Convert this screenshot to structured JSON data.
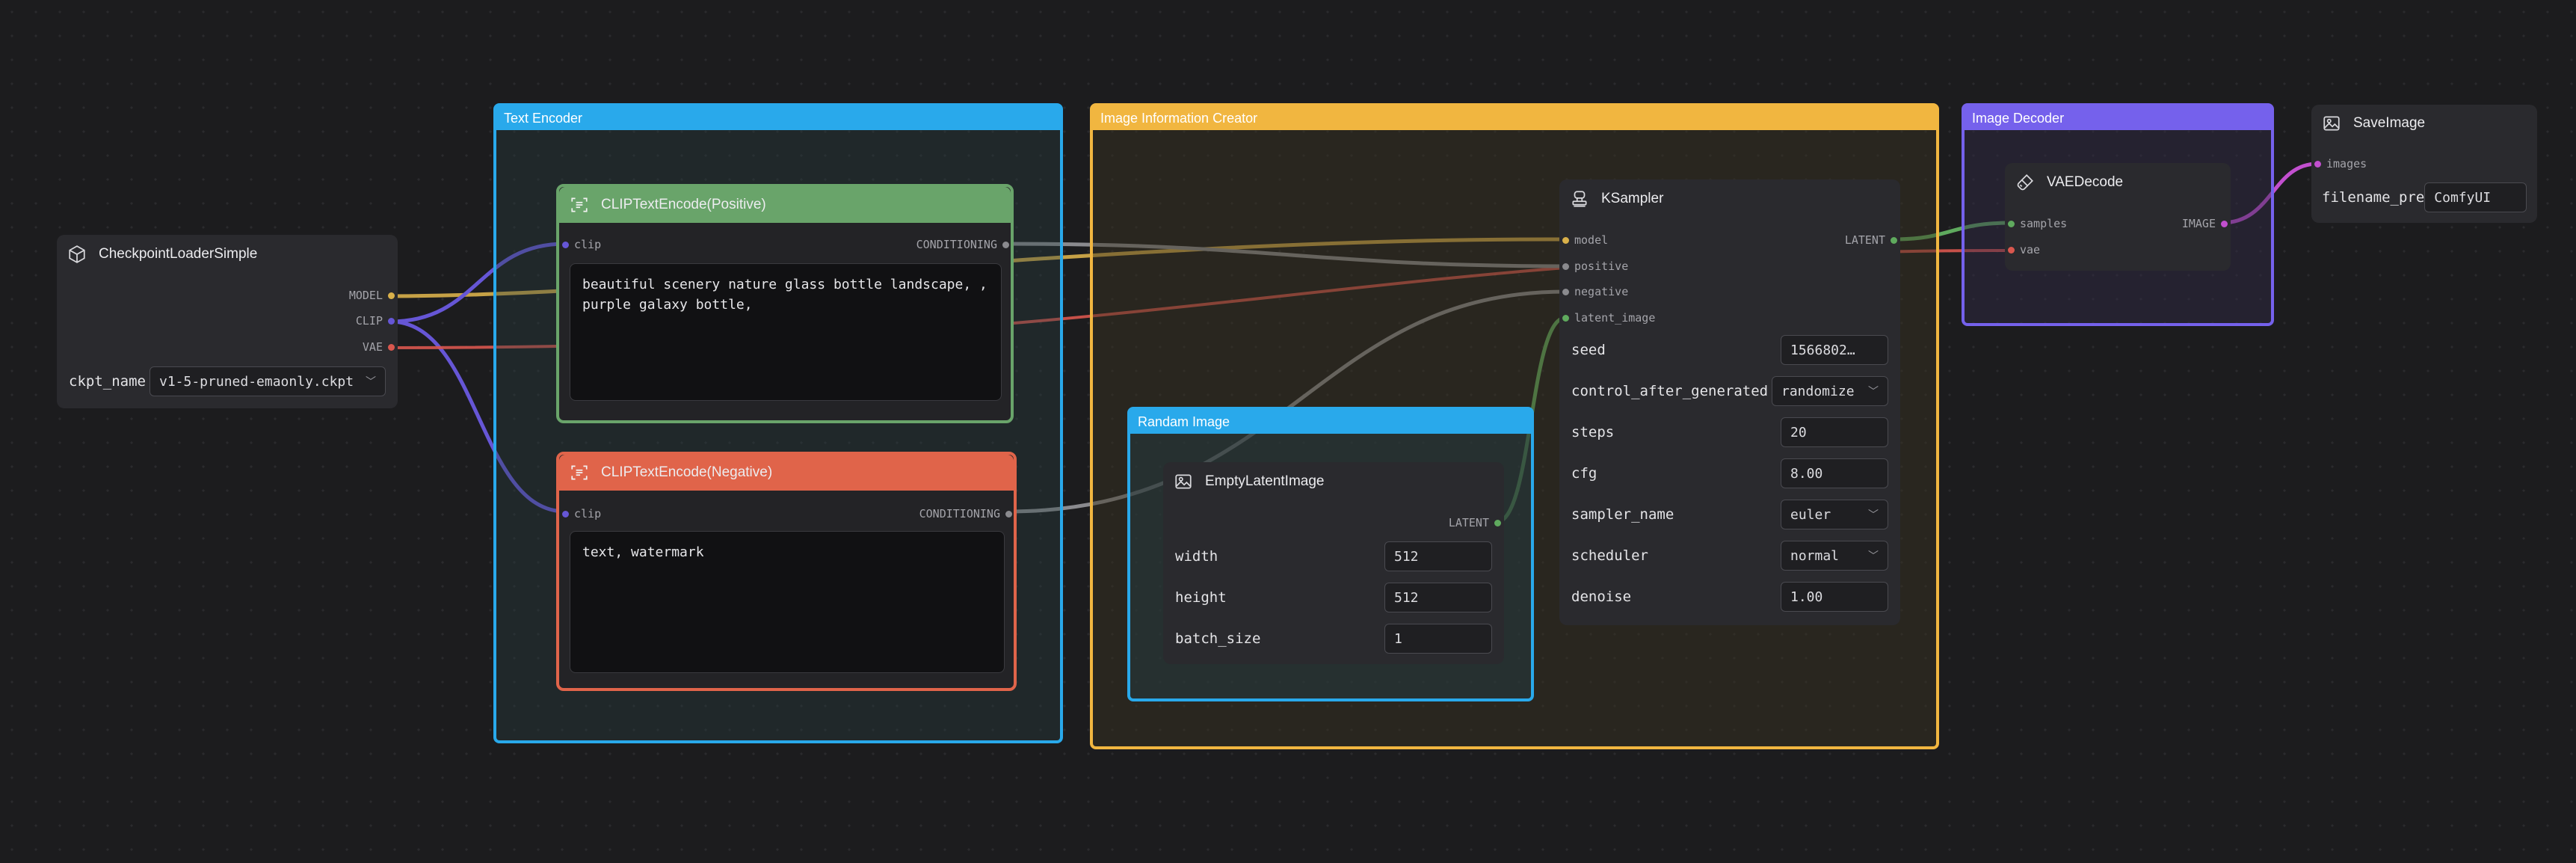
{
  "colors": {
    "model": "#d9b04a",
    "clip": "#6656d6",
    "vae": "#d9574e",
    "conditioning": "#8a8a8e",
    "latent": "#5faa5e",
    "image": "#c24fcf"
  },
  "groups": {
    "text_encoder": "Text Encoder",
    "image_info": "Image Information Creator",
    "image_decoder": "Image Decoder",
    "random_image": "Randam Image"
  },
  "checkpoint": {
    "title": "CheckpointLoaderSimple",
    "icon": "cube-icon",
    "outputs": {
      "model": "MODEL",
      "clip": "CLIP",
      "vae": "VAE"
    },
    "ckpt_label": "ckpt_name",
    "ckpt_value": "v1-5-pruned-emaonly.ckpt"
  },
  "clip_pos": {
    "title": "CLIPTextEncode(Positive)",
    "icon": "text-scan-icon",
    "input": "clip",
    "output": "CONDITIONING",
    "text": "beautiful scenery nature glass bottle landscape, ,\npurple galaxy bottle,"
  },
  "clip_neg": {
    "title": "CLIPTextEncode(Negative)",
    "icon": "text-scan-icon",
    "input": "clip",
    "output": "CONDITIONING",
    "text": "text, watermark"
  },
  "ksampler": {
    "title": "KSampler",
    "icon": "stamp-icon",
    "inputs": {
      "model": "model",
      "positive": "positive",
      "negative": "negative",
      "latent_image": "latent_image"
    },
    "output": "LATENT",
    "widgets": {
      "seed": {
        "label": "seed",
        "value": "1566802…"
      },
      "control": {
        "label": "control_after_generated",
        "value": "randomize"
      },
      "steps": {
        "label": "steps",
        "value": "20"
      },
      "cfg": {
        "label": "cfg",
        "value": "8.00"
      },
      "sampler": {
        "label": "sampler_name",
        "value": "euler"
      },
      "scheduler": {
        "label": "scheduler",
        "value": "normal"
      },
      "denoise": {
        "label": "denoise",
        "value": "1.00"
      }
    }
  },
  "latent": {
    "title": "EmptyLatentImage",
    "icon": "image-icon",
    "output": "LATENT",
    "widgets": {
      "width": {
        "label": "width",
        "value": "512"
      },
      "height": {
        "label": "height",
        "value": "512"
      },
      "batch": {
        "label": "batch_size",
        "value": "1"
      }
    }
  },
  "vae_decode": {
    "title": "VAEDecode",
    "icon": "brush-icon",
    "inputs": {
      "samples": "samples",
      "vae": "vae"
    },
    "output": "IMAGE"
  },
  "save_image": {
    "title": "SaveImage",
    "icon": "image-icon",
    "input": "images",
    "prefix_label": "filename_pre",
    "prefix_value": "ComfyUI"
  }
}
